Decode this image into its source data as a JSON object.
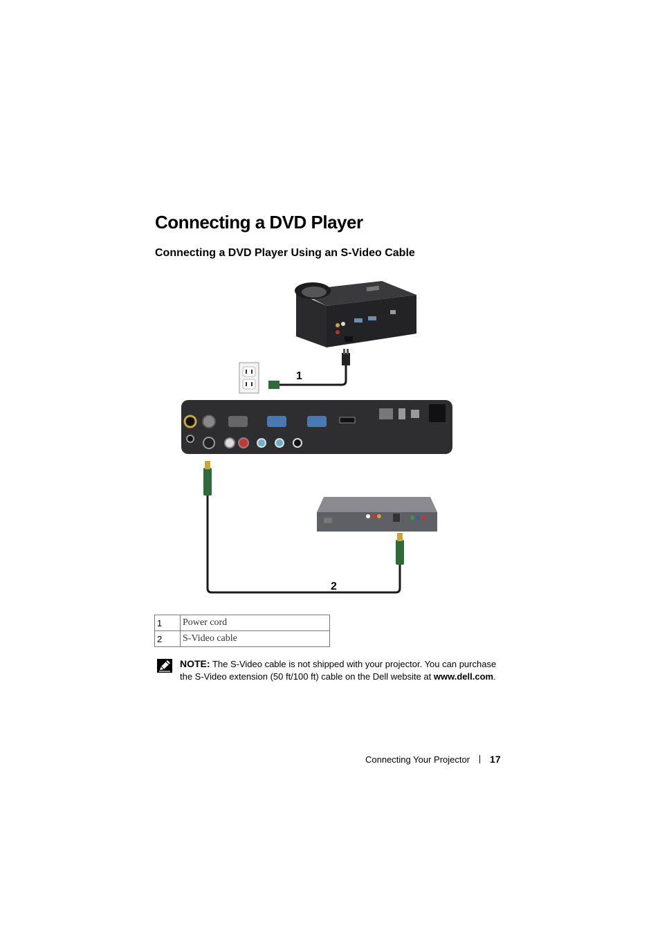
{
  "page": {
    "heading": "Connecting a DVD Player",
    "subheading": "Connecting a DVD Player Using an S-Video Cable"
  },
  "figure": {
    "callouts": [
      "1",
      "2"
    ]
  },
  "legend": [
    {
      "num": "1",
      "desc": "Power cord"
    },
    {
      "num": "2",
      "desc": "S-Video cable"
    }
  ],
  "note": {
    "icon": "pencil-note-icon",
    "label": "NOTE:",
    "text": " The S-Video cable is not shipped with your projector. You can purchase the S-Video extension (50 ft/100 ft) cable on the Dell website at ",
    "link": "www.dell.com",
    "end": "."
  },
  "footer": {
    "section": "Connecting Your Projector",
    "page_number": "17"
  }
}
